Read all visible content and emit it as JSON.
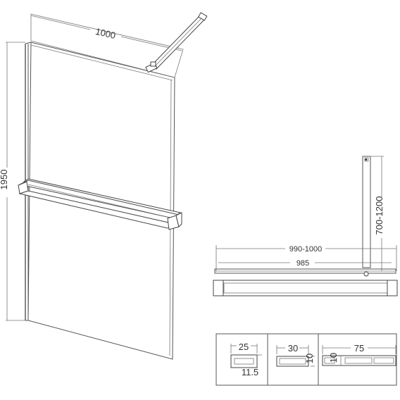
{
  "dimensions": {
    "panel_width": "1000",
    "panel_height": "1950",
    "plan_total_width": "990-1000",
    "plan_glass_width": "985",
    "arm_length": "700-1200"
  },
  "profiles": {
    "wall_channel_width": "25",
    "wall_channel_depth": "11.5",
    "bar_width": "30",
    "bar_height": "10",
    "shelf_width": "75",
    "shelf_height": "10"
  }
}
